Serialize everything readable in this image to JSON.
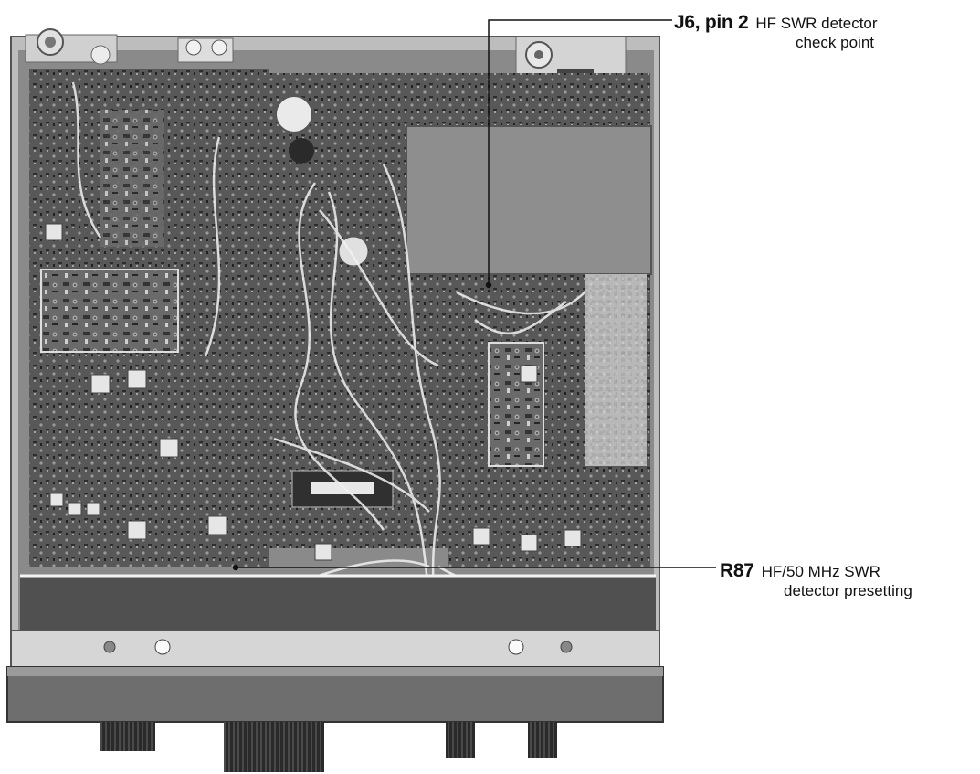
{
  "callouts": [
    {
      "ref": "J6, pin 2",
      "desc_line1": "HF SWR detector",
      "desc_line2": "check point"
    },
    {
      "ref": "R87",
      "desc_line1": "HF/50 MHz SWR",
      "desc_line2": "detector presetting"
    }
  ],
  "colors": {
    "background": "#ffffff",
    "chassis": "#c8c8c8",
    "board": "#5a5a5a",
    "leader_line": "#111111"
  }
}
